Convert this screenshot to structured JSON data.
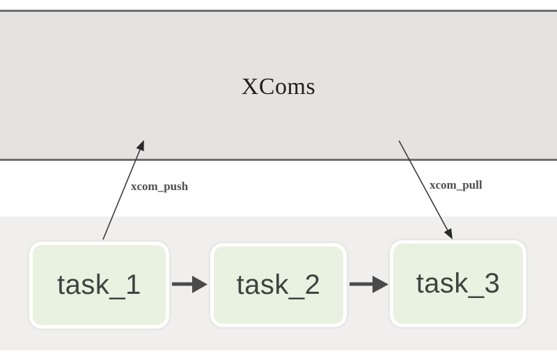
{
  "diagram": {
    "title": "XComs",
    "edge_labels": {
      "push": "xcom_push",
      "pull": "xcom_pull"
    },
    "tasks": [
      {
        "id": "task-node-1",
        "label": "task_1"
      },
      {
        "id": "task-node-2",
        "label": "task_2"
      },
      {
        "id": "task-node-3",
        "label": "task_3"
      }
    ],
    "colors": {
      "xcom_band_fill": "#e5e3e2",
      "xcom_band_border": "#6f6e6e",
      "task_fill": "#e9f1e0",
      "task_border": "#ffffff",
      "task_text": "#3d4340",
      "dag_background": "#f0efee",
      "flow_arrow": "#4a4a4a",
      "xcom_arrow": "#333333",
      "edge_label_text": "#4f4d4d",
      "page_background": "#ffffff"
    }
  }
}
